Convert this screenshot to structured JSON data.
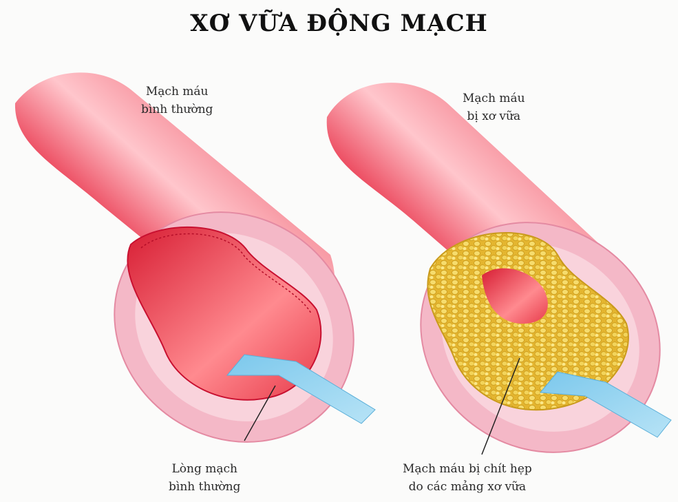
{
  "title": "XƠ VỮA ĐỘNG MẠCH",
  "labels": {
    "normal_vessel": [
      "Mạch máu",
      "bình thường"
    ],
    "diseased_vessel": [
      "Mạch máu",
      "bị xơ vữa"
    ],
    "normal_lumen": [
      "Lòng mạch",
      "bình thường"
    ],
    "narrowed_lumen": [
      "Mạch máu bị chít hẹp",
      "do các mảng xơ vữa"
    ]
  },
  "colors": {
    "vessel_red": "#d8223a",
    "wall_pink": "#f2b8c6",
    "plaque_yellow": "#e9c640",
    "flow_arrow": "#8fd0ee"
  }
}
